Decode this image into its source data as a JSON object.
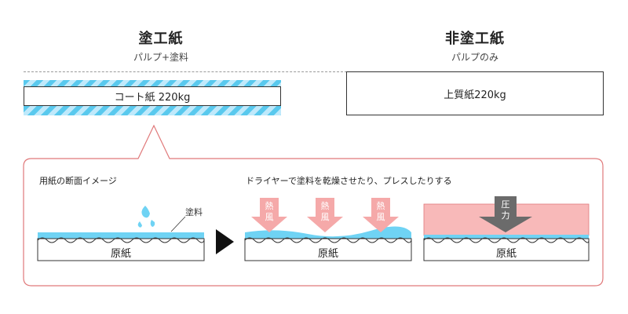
{
  "coated": {
    "title": "塗工紙",
    "subtitle": "パルプ+塗料",
    "sheet_label": "コート紙 220kg"
  },
  "uncoated": {
    "title": "非塗工紙",
    "subtitle": "パルプのみ",
    "sheet_label": "上質紙220kg"
  },
  "cross_section": {
    "title": "用紙の断面イメージ",
    "coating_label": "塗料",
    "base_label": "原紙"
  },
  "process": {
    "title": "ドライヤーで塗料を乾燥させたり、プレスしたりする",
    "heat_word_top": "熱",
    "heat_word_bottom": "風",
    "pressure_word_top": "圧",
    "pressure_word_bottom": "力",
    "base_label": "原紙"
  },
  "colors": {
    "coating_blue": "#6fd3f4",
    "stripe_dark": "#59c9ee",
    "stripe_light": "#bfe9fb",
    "heat_pink": "#f5a9a9",
    "pressure_area": "#f8b9b9",
    "pressure_arrow": "#6b6b6b",
    "panel_border": "#e0797a"
  }
}
